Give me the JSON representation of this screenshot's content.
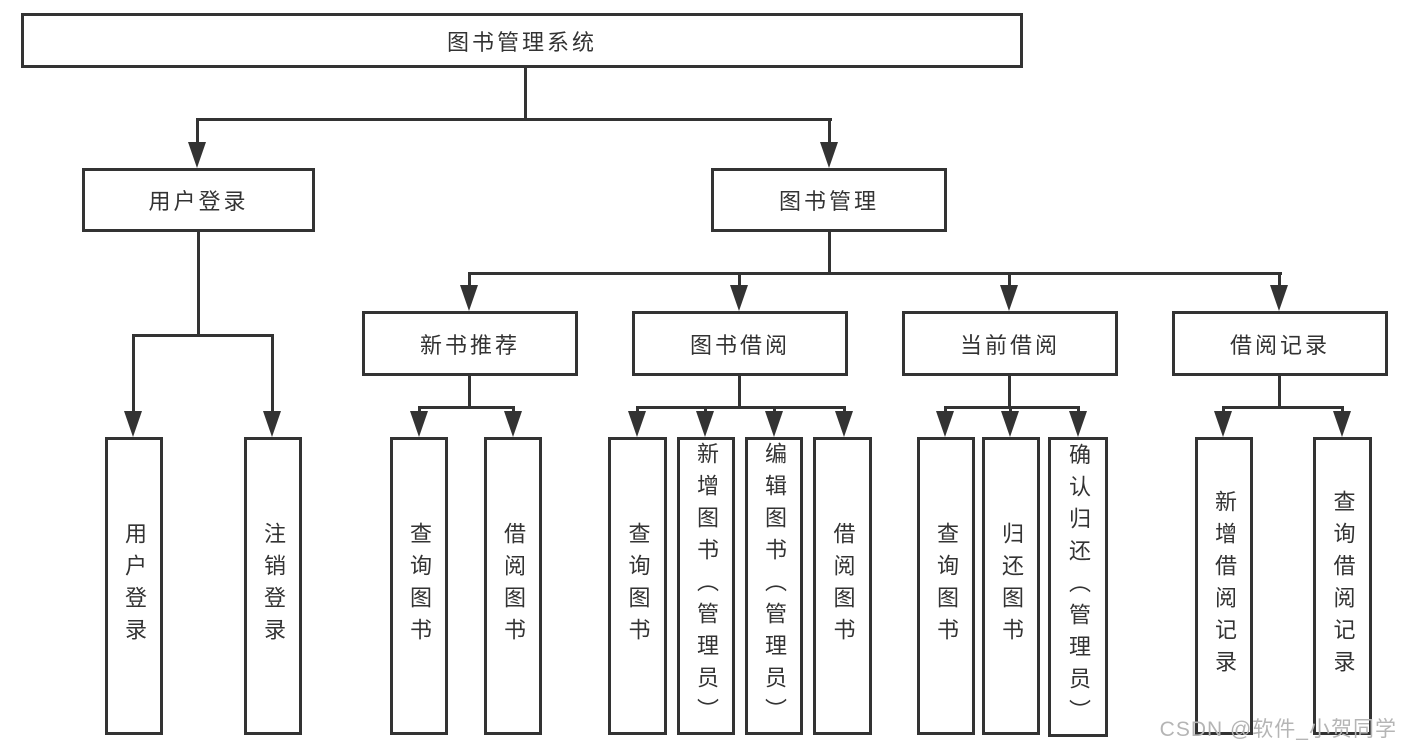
{
  "diagram": {
    "type": "hierarchy-tree",
    "root": {
      "label": "图书管理系统",
      "children": [
        {
          "label": "用户登录",
          "children": [
            {
              "label": "用户登录"
            },
            {
              "label": "注销登录"
            }
          ]
        },
        {
          "label": "图书管理",
          "children": [
            {
              "label": "新书推荐",
              "children": [
                {
                  "label": "查询图书"
                },
                {
                  "label": "借阅图书"
                }
              ]
            },
            {
              "label": "图书借阅",
              "children": [
                {
                  "label": "查询图书"
                },
                {
                  "label": "新增图书（管理员）"
                },
                {
                  "label": "编辑图书（管理员）"
                },
                {
                  "label": "借阅图书"
                }
              ]
            },
            {
              "label": "当前借阅",
              "children": [
                {
                  "label": "查询图书"
                },
                {
                  "label": "归还图书"
                },
                {
                  "label": "确认归还（管理员）"
                }
              ]
            },
            {
              "label": "借阅记录",
              "children": [
                {
                  "label": "新增借阅记录"
                },
                {
                  "label": "查询借阅记录"
                }
              ]
            }
          ]
        }
      ]
    }
  },
  "watermark": {
    "text": "CSDN @软件_小贺同学",
    "color": "#b5b5b5"
  },
  "colors": {
    "line": "#333333",
    "border": "#333333",
    "text": "#333333",
    "background": "#ffffff"
  }
}
